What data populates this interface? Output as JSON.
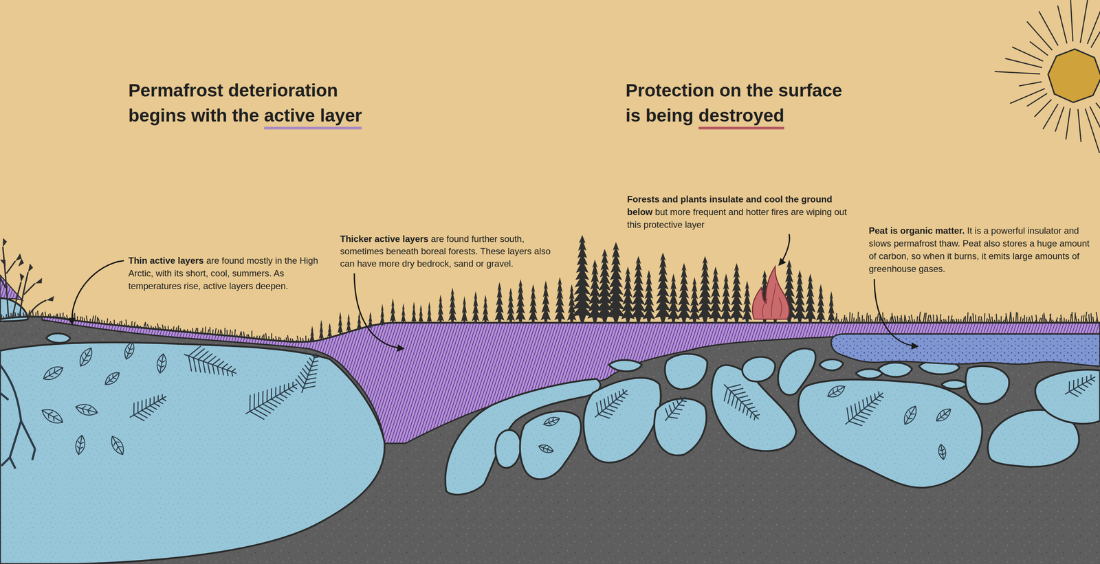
{
  "diagram": {
    "labels": [
      "Permafrost deterioration begins with the active layer",
      "Protection on the surface is being destroyed",
      "Thin active layers are found mostly in the High Arctic, with its short, cool, summers. As temperatures rise, active layers deepen.",
      "Thicker active layers are found further south, sometimes beneath boreal forests. These layers also can have more dry bedrock, sand or gravel.",
      "Forests and plants insulate and cool the ground below but more frequent and hotter fires are wiping out this protective layer",
      "Peat is organic matter. It is a powerful insulator and slows permafrost thaw. Peat also stores a huge amount of carbon, so when it burns, it emits large amounts of greenhouse gases."
    ]
  }
}
